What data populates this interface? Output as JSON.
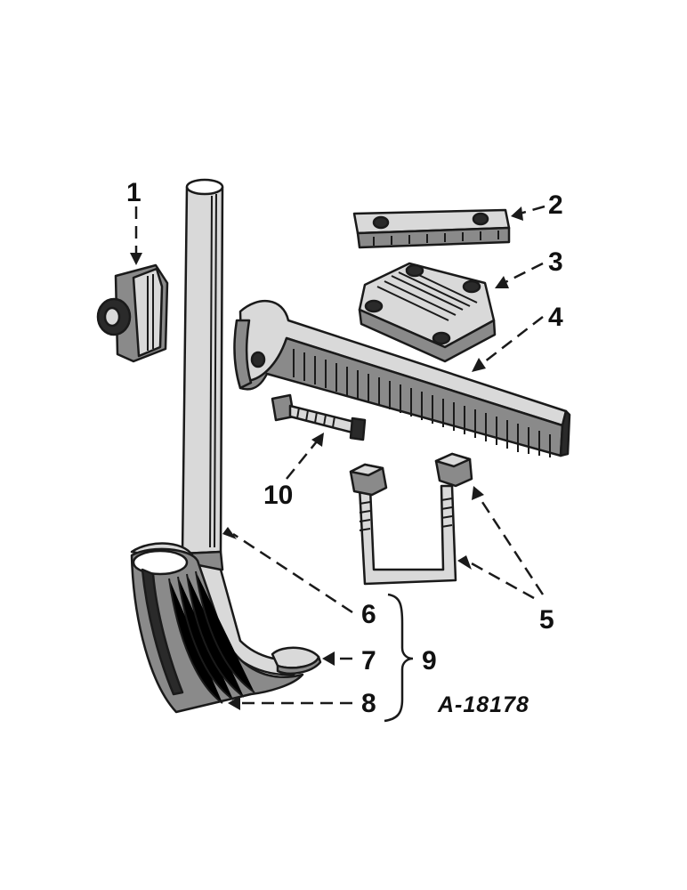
{
  "callouts": {
    "c1": "1",
    "c2": "2",
    "c3": "3",
    "c4": "4",
    "c5": "5",
    "c6": "6",
    "c7": "7",
    "c8": "8",
    "c9": "9",
    "c10": "10"
  },
  "plate_id": "A-18178"
}
